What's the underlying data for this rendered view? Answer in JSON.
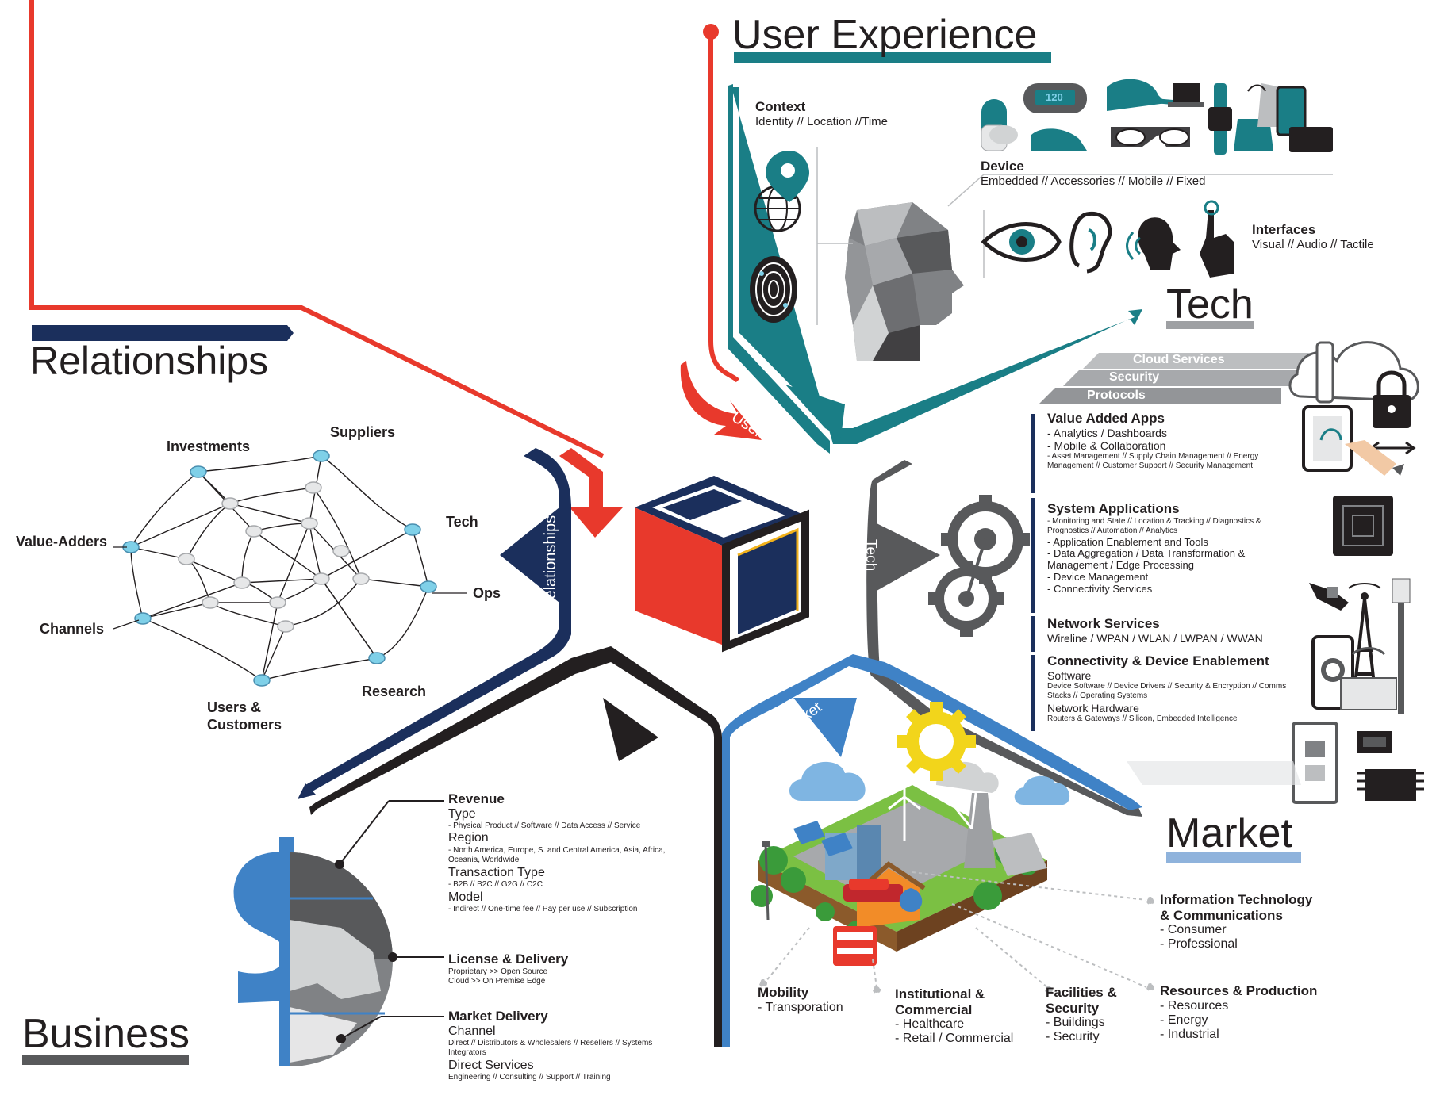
{
  "titles": {
    "user_experience": "User Experience",
    "tech": "Tech",
    "market": "Market",
    "business": "Business",
    "relationships": "Relationships"
  },
  "arms": {
    "user_experience": "User Experience",
    "tech": "Tech",
    "market": "Market",
    "business": "Business",
    "relationships": "Relationships"
  },
  "colors": {
    "red": "#e8392c",
    "teal": "#1a7e86",
    "navy": "#1b2f5c",
    "gray": "#58595b",
    "blue": "#3f82c6",
    "black": "#231f20"
  },
  "relationships_network": {
    "nodes": [
      "Investments",
      "Suppliers",
      "Tech",
      "Ops",
      "Research",
      "Users &",
      "Customers",
      "Channels",
      "Value-Adders"
    ]
  },
  "ux": {
    "context_title": "Context",
    "context_sub": "Identity // Location //Time",
    "device_title": "Device",
    "device_sub": "Embedded // Accessories // Mobile // Fixed",
    "interfaces_title": "Interfaces",
    "interfaces_sub": "Visual // Audio // Tactile",
    "watch_readout": "120"
  },
  "tech": {
    "stack": [
      "Cloud Services",
      "Security",
      "Protocols"
    ],
    "value_added_title": "Value Added Apps",
    "value_added_items": [
      "- Analytics / Dashboards",
      "- Mobile & Collaboration"
    ],
    "value_added_small": "- Asset Management // Supply Chain Management // Energy Management // Customer Support // Security Management",
    "system_title": "System Applications",
    "system_small": "- Monitoring and State // Location & Tracking // Diagnostics & Prognostics // Automation // Analytics",
    "system_items": [
      "- Application Enablement and Tools",
      "- Data Aggregation / Data Transformation & Management / Edge Processing",
      "- Device Management",
      "- Connectivity Services"
    ],
    "network_title": "Network Services",
    "network_sub": "Wireline / WPAN / WLAN / LWPAN / WWAN",
    "connect_title": "Connectivity & Device Enablement",
    "software_label": "Software",
    "software_small": "Device Software // Device Drivers // Security & Encryption // Comms Stacks // Operating Systems",
    "hardware_label": "Network Hardware",
    "hardware_small": "Routers & Gateways // Silicon, Embedded Intelligence"
  },
  "market": {
    "ict_title_1": "Information Technology",
    "ict_title_2": "& Communications",
    "ict_items": [
      "- Consumer",
      "- Professional"
    ],
    "resources_title": "Resources & Production",
    "resources_items": [
      "- Resources",
      "- Energy",
      "- Industrial"
    ],
    "mobility_title": "Mobility",
    "mobility_items": [
      "- Transporation"
    ],
    "institutional_title_1": "Institutional &",
    "institutional_title_2": "Commercial",
    "institutional_items": [
      "- Healthcare",
      "- Retail / Commercial"
    ],
    "facilities_title_1": "Facilities &",
    "facilities_title_2": "Security",
    "facilities_items": [
      "- Buildings",
      "- Security"
    ]
  },
  "business": {
    "revenue_title": "Revenue",
    "type_label": "Type",
    "type_small": "- Physical Product // Software // Data Access // Service",
    "region_label": "Region",
    "region_small": "- North America, Europe, S. and Central America, Asia, Africa, Oceania, Worldwide",
    "transaction_label": "Transaction Type",
    "transaction_small": "- B2B // B2C // G2G // C2C",
    "model_label": "Model",
    "model_small": "- Indirect // One-time fee // Pay per use // Subscription",
    "license_title": "License & Delivery",
    "license_small_1": "Proprietary >> Open Source",
    "license_small_2": "Cloud >> On Premise Edge",
    "market_delivery_title": "Market Delivery",
    "channel_label": "Channel",
    "channel_small": "Direct // Distributors & Wholesalers // Resellers // Systems Integrators",
    "direct_label": "Direct Services",
    "direct_small": "Engineering // Consulting // Support // Training"
  }
}
